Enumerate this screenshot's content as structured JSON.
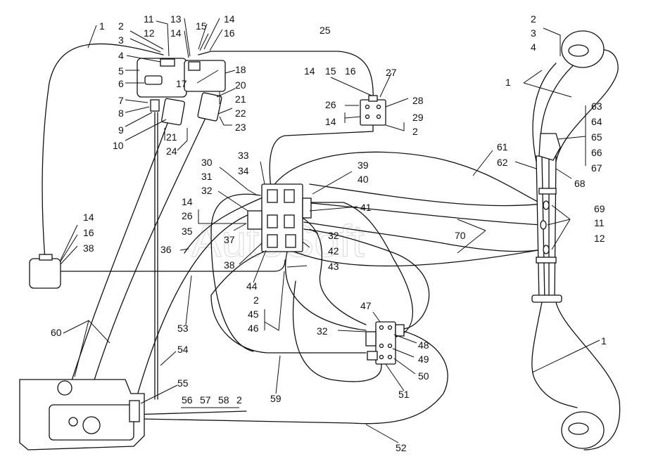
{
  "watermark": "AutoSoft",
  "colors": {
    "line": "#111111",
    "background": "#ffffff",
    "watermark": "#c9c9c9"
  },
  "labels": {
    "l1a": "1",
    "l2a": "2",
    "l3a": "3",
    "l4a": "4",
    "l5": "5",
    "l6": "6",
    "l7": "7",
    "l8": "8",
    "l9": "9",
    "l10": "10",
    "l11a": "11",
    "l12a": "12",
    "l13": "13",
    "l14a": "14",
    "l15a": "15",
    "l14b": "14",
    "l16a": "16",
    "l17": "17",
    "l18": "18",
    "l20": "20",
    "l21a": "21",
    "l22": "22",
    "l23": "23",
    "l21b": "21",
    "l24": "24",
    "l25": "25",
    "l14c": "14",
    "l15b": "15",
    "l16b": "16",
    "l27": "27",
    "l26a": "26",
    "l14d": "14",
    "l28": "28",
    "l29": "29",
    "l2b": "2",
    "l2c": "2",
    "l3b": "3",
    "l4b": "4",
    "l1b": "1",
    "l63": "63",
    "l64": "64",
    "l65": "65",
    "l66": "66",
    "l67": "67",
    "l61": "61",
    "l62": "62",
    "l68": "68",
    "l69": "69",
    "l11b": "11",
    "l12b": "12",
    "l70": "70",
    "l33": "33",
    "l30": "30",
    "l34": "34",
    "l31": "31",
    "l32a": "32",
    "l39": "39",
    "l40": "40",
    "l41": "41",
    "l14e": "14",
    "l26b": "26",
    "l35": "35",
    "l37": "37",
    "l32b": "32",
    "l42": "42",
    "l43": "43",
    "l38a": "38",
    "l44": "44",
    "l14f": "14",
    "l16c": "16",
    "l38b": "38",
    "l36": "36",
    "l2d": "2",
    "l45": "45",
    "l46": "46",
    "l47": "47",
    "l32c": "32",
    "l48": "48",
    "l49": "49",
    "l50": "50",
    "l51": "51",
    "l53": "53",
    "l60": "60",
    "l54": "54",
    "l55": "55",
    "l56": "56",
    "l57": "57",
    "l58": "58",
    "l2e": "2",
    "l59": "59",
    "l52": "52",
    "l1c": "1"
  }
}
